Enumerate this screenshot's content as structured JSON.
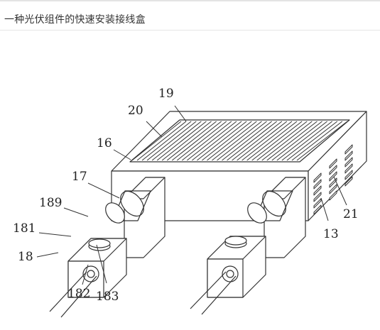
{
  "header": {
    "title": "一种光伏组件的快速安装接线盒"
  },
  "diagram": {
    "labels": {
      "l19": "19",
      "l20": "20",
      "l16": "16",
      "l17": "17",
      "l189": "189",
      "l181": "181",
      "l18": "18",
      "l182": "182",
      "l183": "183",
      "l21": "21",
      "l13": "13"
    },
    "colors": {
      "line": "#333333",
      "fill": "#ffffff"
    }
  }
}
